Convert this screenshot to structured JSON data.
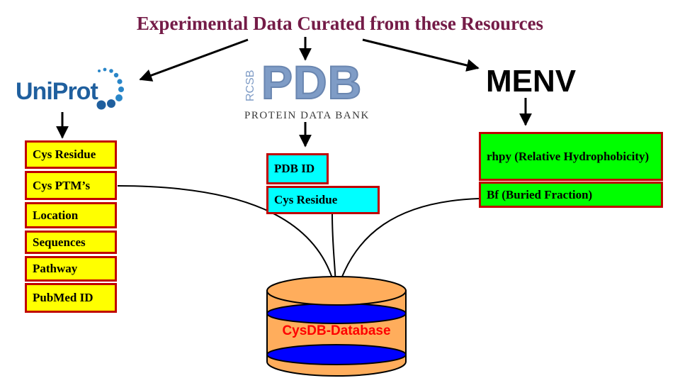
{
  "title": "Experimental Data Curated from these Resources",
  "sources": {
    "uniprot": {
      "logo_text": "UniProt"
    },
    "pdb": {
      "logo_prefix": "RCSB",
      "logo_text": "PDB",
      "logo_subtitle": "PROTEIN DATA BANK"
    },
    "menv": {
      "logo_text": "MENV"
    }
  },
  "uniprot_fields": [
    "Cys Residue",
    "Cys PTM’s",
    "Location",
    "Sequences",
    "Pathway",
    "PubMed ID"
  ],
  "pdb_fields": [
    "PDB ID",
    "Cys Residue"
  ],
  "menv_fields": [
    "rhpy (Relative Hydrophobicity)",
    "Bf (Buried Fraction)"
  ],
  "database": {
    "label": "CysDB-Database"
  },
  "colors": {
    "title": "#741b47",
    "uniprot_box": "#ffff00",
    "pdb_box": "#00ffff",
    "menv_box": "#00ff00",
    "box_border": "#c00000",
    "database_body": "#ffad5c",
    "database_band": "#0000ff",
    "database_label": "#ff0000"
  }
}
